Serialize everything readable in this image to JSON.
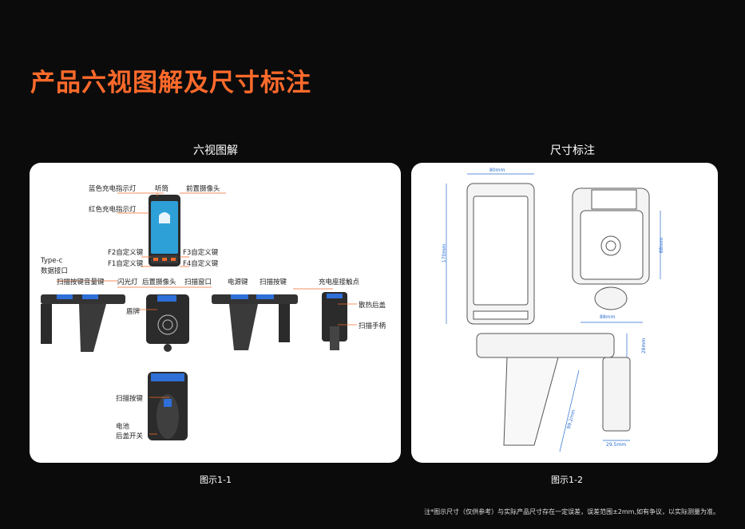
{
  "page": {
    "title": "产品六视图解及尺寸标注",
    "left_panel_title": "六视图解",
    "right_panel_title": "尺寸标注",
    "left_caption": "图示1-1",
    "right_caption": "图示1-2",
    "note": "注*图示尺寸（仅供参考）与实际产品尺寸存在一定误差，误差范围±2mm,如有争议，以实际测量为准。"
  },
  "six_view_labels": {
    "blue_led": "蓝色充电指示灯",
    "receiver": "听筒",
    "front_camera": "前置摄像头",
    "red_led": "红色充电指示灯",
    "f2": "F2自定义键",
    "f3": "F3自定义键",
    "f1": "F1自定义键",
    "f4": "F4自定义键",
    "typec_1": "Type-c",
    "typec_2": "数据接口",
    "scan_key_volume": "扫描按键音量键",
    "flash": "闪光灯",
    "rear_camera": "后置摄像头",
    "scan_window": "扫描窗口",
    "power_key": "电源键",
    "scan_key": "扫描按键",
    "charge_contacts": "充电座接触点",
    "shield": "盾牌",
    "cooling_cover": "散热后盖",
    "scan_handle": "扫描手柄",
    "scan_key_2": "扫描按键",
    "battery_1": "电池",
    "battery_2": "后盖开关"
  },
  "dimensions": {
    "width_top": "80mm",
    "height_left": "170mm",
    "back_height": "88mm",
    "back_width": "88mm",
    "handle_height": "28mm",
    "handle_diag": "99.2mm",
    "handle_width": "29.5mm"
  }
}
